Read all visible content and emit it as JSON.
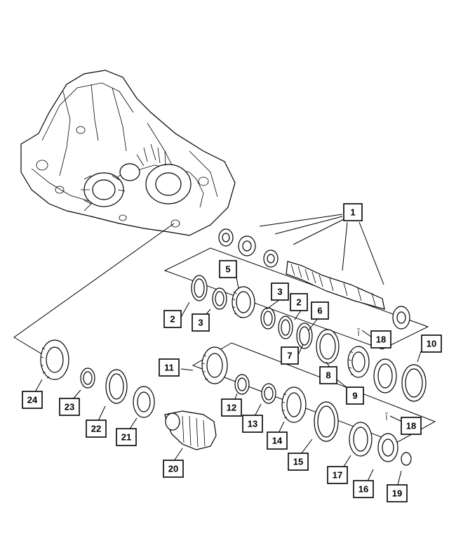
{
  "diagram": {
    "callouts": [
      {
        "id": "c1",
        "label": "1"
      },
      {
        "id": "c2a",
        "label": "2"
      },
      {
        "id": "c2b",
        "label": "2"
      },
      {
        "id": "c3a",
        "label": "3"
      },
      {
        "id": "c3b",
        "label": "3"
      },
      {
        "id": "c5",
        "label": "5"
      },
      {
        "id": "c6",
        "label": "6"
      },
      {
        "id": "c7",
        "label": "7"
      },
      {
        "id": "c8",
        "label": "8"
      },
      {
        "id": "c9",
        "label": "9"
      },
      {
        "id": "c10",
        "label": "10"
      },
      {
        "id": "c11",
        "label": "11"
      },
      {
        "id": "c12",
        "label": "12"
      },
      {
        "id": "c13",
        "label": "13"
      },
      {
        "id": "c14",
        "label": "14"
      },
      {
        "id": "c15",
        "label": "15"
      },
      {
        "id": "c16",
        "label": "16"
      },
      {
        "id": "c17",
        "label": "17"
      },
      {
        "id": "c18a",
        "label": "18"
      },
      {
        "id": "c18b",
        "label": "18"
      },
      {
        "id": "c19",
        "label": "19"
      },
      {
        "id": "c20",
        "label": "20"
      },
      {
        "id": "c21",
        "label": "21"
      },
      {
        "id": "c22",
        "label": "22"
      },
      {
        "id": "c23",
        "label": "23"
      },
      {
        "id": "c24",
        "label": "24"
      }
    ]
  }
}
